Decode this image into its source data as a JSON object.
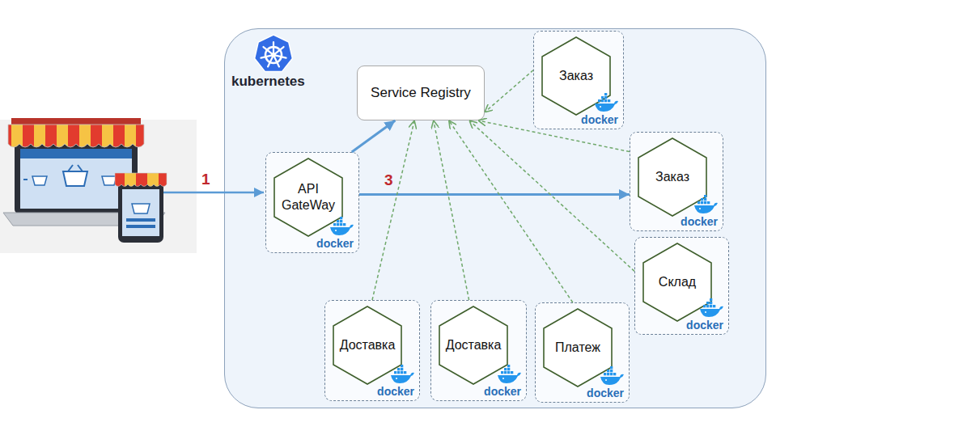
{
  "diagram": {
    "nodes": [
      {
        "text": [
          "kubernetes"
        ]
      },
      {
        "text": [
          "Service Registry"
        ],
        "in": 0
      },
      {
        "text": [
          "Заказ",
          "docker"
        ],
        "in": 0
      },
      {
        "text": [
          "API GateWay",
          "docker"
        ],
        "in": 0
      },
      {
        "text": [
          "Заказ",
          "docker"
        ],
        "in": 0
      },
      {
        "text": [
          "Склад",
          "docker"
        ],
        "in": 0
      },
      {
        "text": [
          "Доставка",
          "docker"
        ],
        "in": 0
      },
      {
        "text": [
          "Доставка",
          "docker"
        ],
        "in": 0
      },
      {
        "text": [
          "Платеж",
          "docker"
        ],
        "in": 0
      }
    ],
    "edges": [
      {
        "from": 3,
        "to": 1,
        "arrow": "to"
      },
      {
        "from": 3,
        "to": 4,
        "arrow": "to",
        "label": "3"
      },
      {
        "from": 2,
        "to": 1,
        "arrow": "to"
      },
      {
        "from": 4,
        "to": 1,
        "arrow": "to"
      },
      {
        "from": 5,
        "to": 1,
        "arrow": "to"
      },
      {
        "from": 6,
        "to": 1,
        "arrow": "to"
      },
      {
        "from": 7,
        "to": 1,
        "arrow": "to"
      },
      {
        "from": 8,
        "to": 1,
        "arrow": "to"
      }
    ],
    "labels": [
      "1"
    ]
  }
}
